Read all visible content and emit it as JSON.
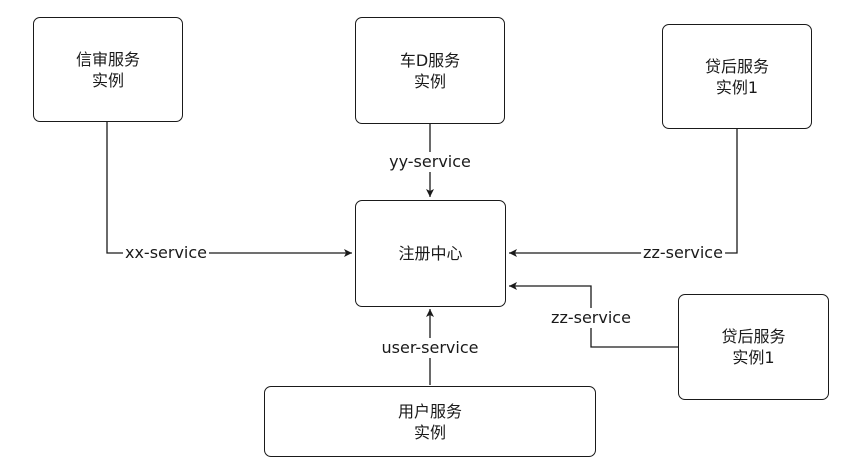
{
  "nodes": {
    "xinshen": {
      "line1": "信审服务",
      "line2": "实例"
    },
    "ched": {
      "line1": "车D服务",
      "line2": "实例"
    },
    "daihou_top": {
      "line1": "贷后服务",
      "line2": "实例1"
    },
    "registry": {
      "line1": "注册中心"
    },
    "daihou_bottom": {
      "line1": "贷后服务",
      "line2": "实例1"
    },
    "user": {
      "line1": "用户服务",
      "line2": "实例"
    }
  },
  "edges": {
    "xx": "xx-service",
    "yy": "yy-service",
    "zz_top": "zz-service",
    "zz_bottom": "zz-service",
    "user": "user-service"
  },
  "colors": {
    "stroke": "#1a1a1a",
    "background": "#ffffff"
  }
}
